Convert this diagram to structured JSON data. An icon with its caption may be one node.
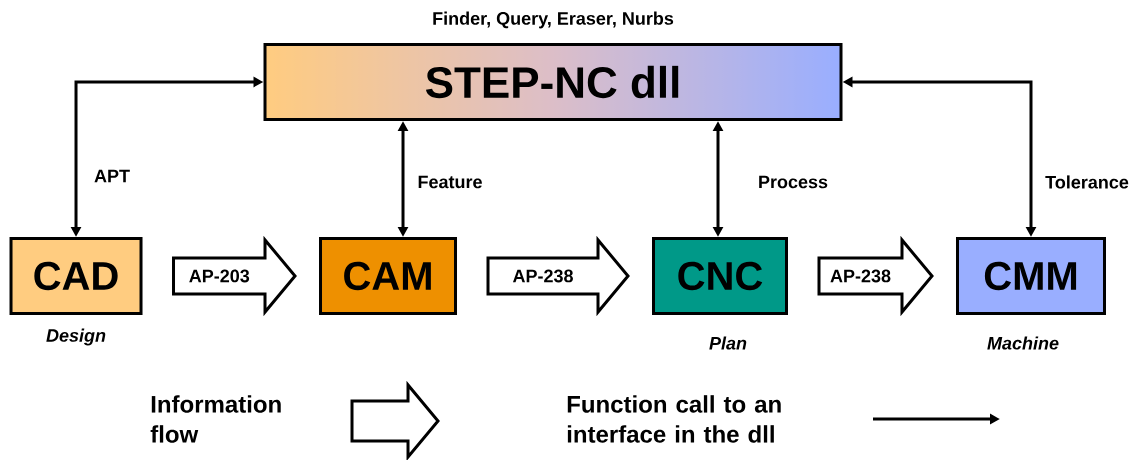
{
  "diagram": {
    "nodes": [
      {
        "text": [
          "STEP-NC dll"
        ],
        "beside": [
          "Finder, Query, Eraser, Nurbs"
        ]
      },
      {
        "text": [
          "CAD"
        ],
        "beside": [
          "Design"
        ]
      },
      {
        "text": [
          "CAM"
        ]
      },
      {
        "text": [
          "CNC"
        ],
        "beside": [
          "Plan"
        ]
      },
      {
        "text": [
          "CMM"
        ],
        "beside": [
          "Machine"
        ]
      }
    ],
    "edges": [
      {
        "from": 0,
        "to": 1,
        "arrow": "both",
        "label": "APT"
      },
      {
        "from": 0,
        "to": 2,
        "arrow": "both",
        "label": "Feature"
      },
      {
        "from": 0,
        "to": 3,
        "arrow": "both",
        "label": "Process"
      },
      {
        "from": 0,
        "to": 4,
        "arrow": "both",
        "label": "Tolerance"
      },
      {
        "from": 1,
        "to": 2,
        "arrow": "to",
        "label": "AP-203",
        "style": "thick"
      },
      {
        "from": 2,
        "to": 3,
        "arrow": "to",
        "label": "AP-238",
        "style": "thick"
      },
      {
        "from": 3,
        "to": 4,
        "arrow": "to",
        "label": "AP-238",
        "style": "thick"
      }
    ],
    "legend": [
      {
        "text": "Information flow"
      },
      {
        "text": "Function call to an interface in the dll"
      }
    ]
  }
}
